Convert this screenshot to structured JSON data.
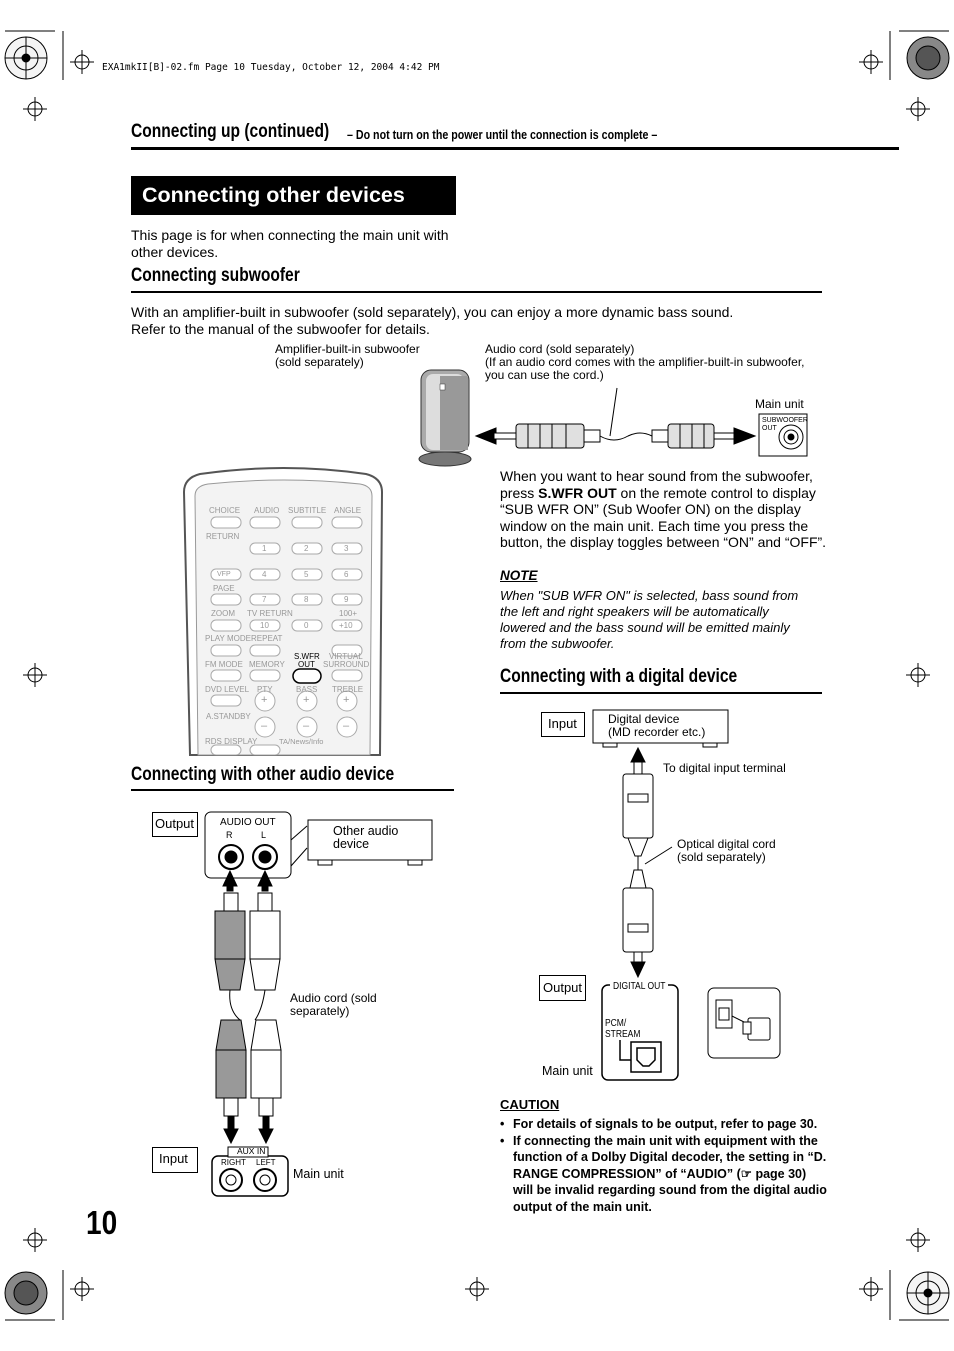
{
  "file_header": "EXA1mkII[B]-02.fm  Page 10  Tuesday, October 12, 2004  4:42 PM",
  "header": {
    "title": "Connecting up (continued)",
    "subtitle": "– Do not turn on the power until the connection is complete –"
  },
  "section": {
    "title": "Connecting other devices",
    "intro": [
      "This page is for when connecting the main unit with",
      "other devices."
    ]
  },
  "subwoofer": {
    "heading": "Connecting subwoofer",
    "text": [
      "With an amplifier-built in subwoofer (sold separately), you can enjoy a more dynamic bass sound.",
      "Refer to the manual of the subwoofer for details."
    ],
    "label_sub": [
      "Amplifier-built-in subwoofer",
      "(sold separately)"
    ],
    "label_cord": [
      "Audio cord (sold separately)",
      "(If an audio cord comes with the amplifier-built-in subwoofer,",
      "you can use the cord.)"
    ],
    "label_main": "Main unit",
    "jack_label": [
      "SUBWOOFER",
      "OUT"
    ],
    "desc": {
      "line1": "When you want to hear sound from the subwoofer,",
      "line2_a": "press ",
      "line2_b": "S.WFR OUT",
      "line2_c": " on the remote control to display",
      "line3": "“SUB WFR ON” (Sub Woofer ON) on the display",
      "line4": "window on the main unit. Each time you press the",
      "line5": "button, the display toggles between “ON” and “OFF”."
    },
    "note_title": "NOTE",
    "note": [
      "When \"SUB WFR ON\" is selected, bass sound from",
      "the left and right speakers will be automatically",
      "lowered and the bass sound will be emitted mainly",
      "from the subwoofer."
    ]
  },
  "remote": {
    "labels": [
      "CHOICE",
      "AUDIO",
      "SUBTITLE",
      "ANGLE",
      "RETURN",
      "1",
      "2",
      "3",
      "VFP",
      "4",
      "5",
      "6",
      "PAGE",
      "7",
      "8",
      "9",
      "ZOOM",
      "TV RETURN",
      "100+",
      "10",
      "0",
      "+10",
      "PLAY MODE",
      "REPEAT",
      "S.WFR",
      "OUT",
      "FM MODE",
      "MEMORY",
      "VIRTUAL",
      "SURROUND",
      "DVD LEVEL",
      "PTY",
      "BASS",
      "TREBLE",
      "A.STANDBY",
      "RDS DISPLAY",
      "TA/News/Info",
      "+",
      "+",
      "+",
      "–",
      "–",
      "–"
    ]
  },
  "digital": {
    "heading": "Connecting with a digital device",
    "input_box": "Input",
    "device_box": [
      "Digital device",
      "(MD recorder etc.)"
    ],
    "label_terminal": "To digital input terminal",
    "label_cord": [
      "Optical digital cord",
      "(sold separately)"
    ],
    "output_box": "Output",
    "panel_label": "DIGITAL OUT",
    "pcm_label": [
      "PCM/",
      "STREAM"
    ],
    "label_main": "Main unit"
  },
  "caution": {
    "title": "CAUTION",
    "items": [
      "For details of signals to be output, refer to page 30.",
      "If connecting the main unit with equipment with the function of a Dolby Digital decoder, the setting in “D. RANGE COMPRESSION” of “AUDIO” (☞ page 30) will be invalid regarding sound from the digital audio output of the main unit."
    ]
  },
  "audio": {
    "heading": "Connecting with other audio device",
    "output_box": "Output",
    "panel_label": "AUDIO OUT",
    "r": "R",
    "l": "L",
    "device_box": [
      "Other audio",
      "device"
    ],
    "label_cord": [
      "Audio cord (sold",
      "separately)"
    ],
    "input_box": "Input",
    "aux_label": "AUX IN",
    "right": "RIGHT",
    "left": "LEFT",
    "label_main": "Main unit"
  },
  "page_number": "10"
}
